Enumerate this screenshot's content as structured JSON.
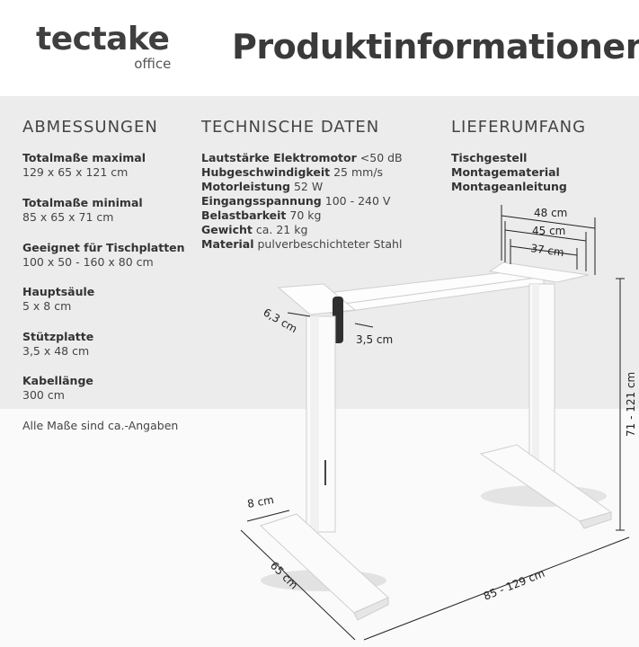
{
  "brand": {
    "name": "tectake",
    "sub": "office"
  },
  "title": "Produktinformationen",
  "columns": {
    "dimensions": {
      "heading": "ABMESSUNGEN",
      "items": [
        {
          "label": "Totalmaße maximal",
          "value": "129 x 65 x 121 cm"
        },
        {
          "label": "Totalmaße minimal",
          "value": "85 x 65 x 71 cm"
        },
        {
          "label": "Geeignet für Tischplatten",
          "value": "100 x 50 - 160 x 80 cm"
        },
        {
          "label": "Hauptsäule",
          "value": "5 x 8 cm"
        },
        {
          "label": "Stützplatte",
          "value": "3,5 x 48 cm"
        },
        {
          "label": "Kabellänge",
          "value": "300 cm"
        }
      ],
      "note": "Alle Maße sind ca.-Angaben"
    },
    "technical": {
      "heading": "TECHNISCHE DATEN",
      "items": [
        {
          "label": "Lautstärke Elektromotor",
          "value": "<50 dB"
        },
        {
          "label": "Hubgeschwindigkeit",
          "value": "25 mm/s"
        },
        {
          "label": "Motorleistung",
          "value": "52 W"
        },
        {
          "label": "Eingangsspannung",
          "value": "100 - 240 V"
        },
        {
          "label": "Belastbarkeit",
          "value": "70 kg"
        },
        {
          "label": "Gewicht",
          "value": "ca. 21 kg"
        },
        {
          "label": "Material",
          "value": "pulverbeschichteter Stahl"
        }
      ]
    },
    "delivery": {
      "heading": "LIEFERUMFANG",
      "items": [
        "Tischgestell",
        "Montagematerial",
        "Montageanleitung"
      ]
    }
  },
  "drawing_labels": {
    "top_48": "48 cm",
    "top_45": "45 cm",
    "top_37": "37 cm",
    "arm_height": "6,3 cm",
    "arm_width": "3,5 cm",
    "height_range": "71 - 121 cm",
    "foot_width": "8 cm",
    "depth": "65 cm",
    "width_range": "85 - 129 cm"
  }
}
